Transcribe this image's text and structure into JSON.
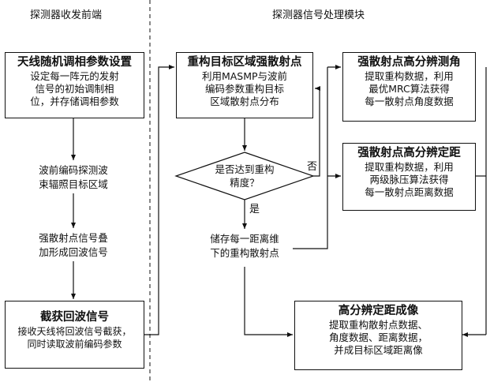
{
  "headers": {
    "left": "探测器收发前端",
    "right": "探测器信号处理模块"
  },
  "left_column": {
    "box_top": {
      "title": "天线随机调相参数设置",
      "lines": [
        "设定每一阵元的发射",
        "信号的初始调制相",
        "位，并存储调相参数"
      ]
    },
    "step1": [
      "波前编码探测波",
      "束辐照目标区域"
    ],
    "step2": [
      "强散射点信号叠",
      "加形成回波信号"
    ],
    "box_bottom": {
      "title": "截获回波信号",
      "lines": [
        "接收天线将回波信号截获，",
        "同时读取波前编码参数"
      ]
    }
  },
  "middle_column": {
    "box_top": {
      "title": "重构目标区域强散射点",
      "lines": [
        "利用MASMP与波前",
        "编码参数重构目标",
        "区域散射点分布"
      ]
    },
    "decision": [
      "是否达到重构",
      "精度？"
    ],
    "no_label": "否",
    "yes_label": "是",
    "store": [
      "储存每一距离维",
      "下的重构散射点"
    ]
  },
  "right_column": {
    "box_angle": {
      "title": "强散射点高分辨测角",
      "lines": [
        "提取重构数据，利用",
        "最优MRC算法获得",
        "每一散射点角度数据"
      ]
    },
    "box_range": {
      "title": "强散射点高分辨定距",
      "lines": [
        "提取重构数据，利用",
        "两级脉压算法获得",
        "每一散射点距离数据"
      ]
    },
    "box_image": {
      "title": "高分辨定距成像",
      "lines": [
        "提取重构散射点数据、",
        "角度数据、距离数据，",
        "并成目标区域距离像"
      ]
    }
  }
}
